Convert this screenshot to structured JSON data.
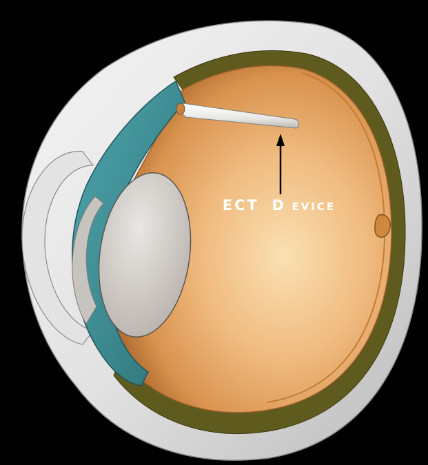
{
  "figure": {
    "callout_label_main": "ECT",
    "callout_label_secondary_cap": "D",
    "callout_label_secondary_rest": "EVICE"
  },
  "colors": {
    "background": "#000000",
    "sclera": "#e6e6e6",
    "choroid": "#5f5a1e",
    "retina": "#b8762e",
    "interior_center": "#f6cf96",
    "iris": "#3f9198",
    "lens": "#cfcac6",
    "device": "#f2f2f0",
    "label": "#ffffff"
  }
}
